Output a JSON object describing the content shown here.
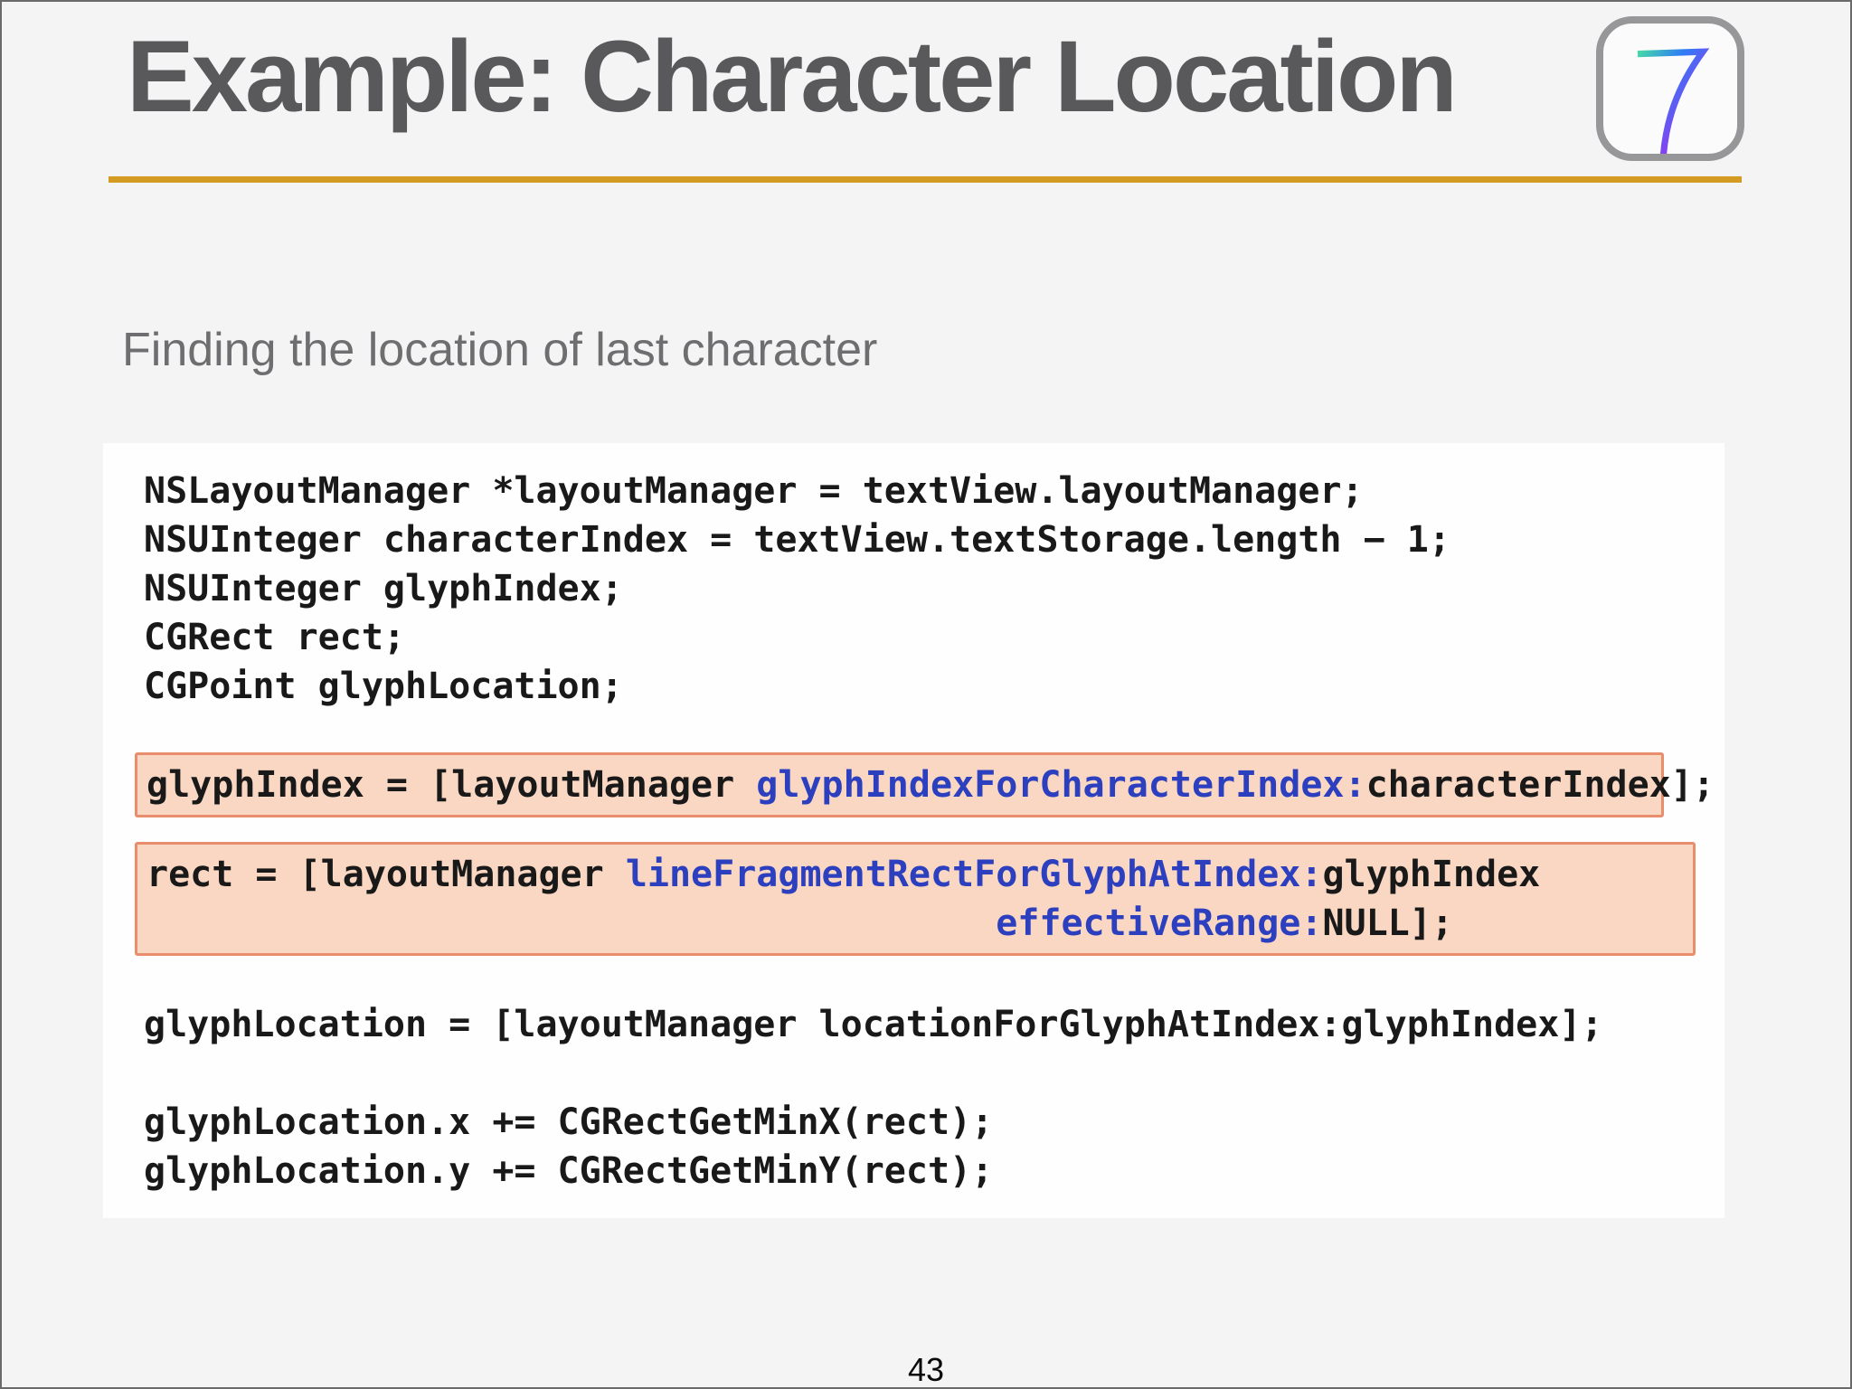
{
  "slide": {
    "title": "Example: Character Location",
    "subtitle": "Finding the location of last character",
    "page_number": "43",
    "accent_rule_color": "#d39b21",
    "title_color": "#59595c",
    "subtitle_color": "#6e6e71",
    "background_color": "#f5f4f5",
    "ios7_icon": {
      "name": "ios-7-logo",
      "glyph": "7",
      "gradient": [
        "#45dca5",
        "#2e7cf6",
        "#8a3ff0",
        "#f03269"
      ]
    }
  },
  "code": {
    "panel_background": "#fefefe",
    "text_color": "#191919",
    "selector_color": "#2c3fbe",
    "highlight_background": "#f9d7c2",
    "highlight_border": "#e88e6d",
    "lines_top": [
      "NSLayoutManager *layoutManager = textView.layoutManager;",
      "NSUInteger characterIndex = textView.textStorage.length − 1;",
      "NSUInteger glyphIndex;",
      "CGRect rect;",
      "CGPoint glyphLocation;"
    ],
    "highlight1": {
      "seg0": "glyphIndex = [layoutManager ",
      "seg1": "glyphIndexForCharacterIndex:",
      "seg2": "characterIndex];"
    },
    "highlight2": {
      "line1": {
        "seg0": "rect = [layoutManager ",
        "seg1": "lineFragmentRectForGlyphAtIndex:",
        "seg2": "glyphIndex"
      },
      "line2": {
        "seg0": "                                       ",
        "seg1": "effectiveRange:",
        "seg2": "NULL];"
      }
    },
    "line_location": "glyphLocation = [layoutManager locationForGlyphAtIndex:glyphIndex];",
    "line_x": "glyphLocation.x += CGRectGetMinX(rect);",
    "line_y": "glyphLocation.y += CGRectGetMinY(rect);"
  }
}
